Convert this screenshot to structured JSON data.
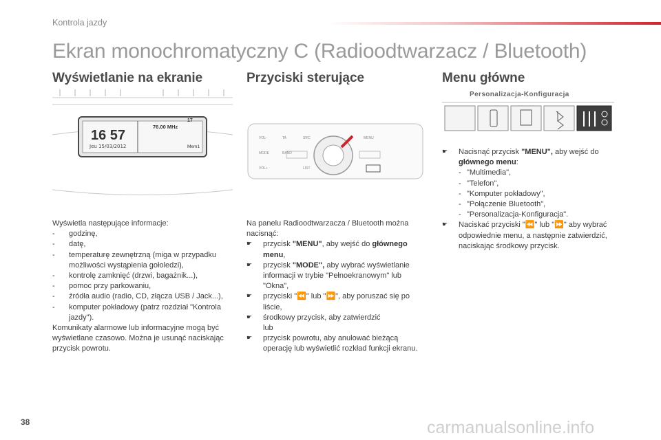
{
  "header": {
    "section": "Kontrola jazdy",
    "title": "Ekran monochromatyczny C (Radioodtwarzacz / Bluetooth)"
  },
  "columns": {
    "display": {
      "heading": "Wyświetlanie na ekranie",
      "screen": {
        "time": "16 57",
        "date": "Jeu 15/03/2012",
        "freq": "76.00 MHz",
        "temp": "17",
        "mem": "Mem1"
      },
      "intro": "Wyświetla następujące informacje:",
      "items": [
        "godzinę,",
        "datę,",
        "temperaturę zewnętrzną (miga w przypadku możliwości wystąpienia gołoledzi),",
        "kontrolę zamknięć (drzwi, bagażnik...),",
        "pomoc przy parkowaniu,",
        "źródła audio (radio, CD, złącza USB / Jack...),",
        "komputer pokładowy (patrz rozdział \"Kontrola jazdy\")."
      ],
      "outro": "Komunikaty alarmowe lub informacyjne mogą być wyświetlane czasowo. Można je usunąć naciskając przycisk powrotu."
    },
    "buttons": {
      "heading": "Przyciski sterujące",
      "panel_labels": [
        "VOL-",
        "TA",
        "SRC",
        "MENU",
        "MODE",
        "BAND",
        "LIST",
        "VOL+"
      ],
      "intro": "Na panelu Radioodtwarzacza / Bluetooth można nacisnąć:",
      "item1_pre": "przycisk ",
      "item1_bold": "\"MENU\"",
      "item1_mid": ", aby wejść do ",
      "item1_bold2": "głównego menu",
      "item1_end": ",",
      "item2_pre": "przycisk ",
      "item2_bold": "\"MODE\",",
      "item2_end": " aby wybrać wyświetlanie informacji w trybie \"Pełnoekranowym\" lub \"Okna\",",
      "item3_pre": "przyciski \"",
      "item3_mid": "\" lub \"",
      "item3_end": "\", aby poruszać się po liście,",
      "item4": "środkowy przycisk, aby zatwierdzić",
      "item4_or": "lub",
      "item5": "przycisk powrotu, aby anulować bieżącą operację lub wyświetlić rozkład funkcji ekranu."
    },
    "menu": {
      "heading": "Menu główne",
      "strip_title": "Personalizacja-Konfiguracja",
      "item1_pre": "Nacisnąć przycisk ",
      "item1_bold": "\"MENU\",",
      "item1_mid": " aby wejść do ",
      "item1_bold2": "głównego menu",
      "item1_end": ":",
      "subitems": [
        "\"Multimedia\",",
        "\"Telefon\",",
        "\"Komputer pokładowy\",",
        "\"Połączenie Bluetooth\",",
        "\"Personalizacja-Konfiguracja\"."
      ],
      "item2_pre": "Naciskać przyciski \"",
      "item2_mid": "\" lub \"",
      "item2_end": "\" aby wybrać odpowiednie menu, a następnie zatwierdzić, naciskając środkowy przycisk."
    }
  },
  "footer": {
    "page_number": "38",
    "watermark": "carmanualsonline.info"
  },
  "icons": {
    "bullet": "hand-pointing-icon",
    "prev": "rewind-icon",
    "next": "fast-forward-icon"
  },
  "colors": {
    "accent": "#d2232a",
    "title_gray": "#9a9a9a"
  }
}
